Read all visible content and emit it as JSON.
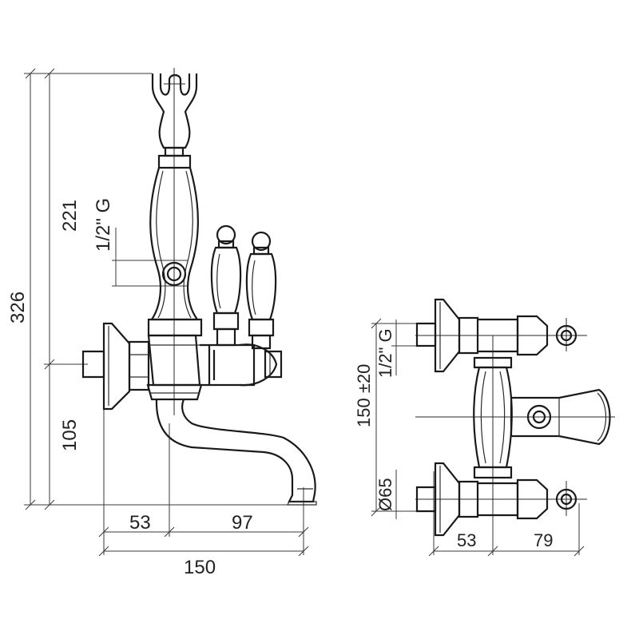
{
  "side_view": {
    "dim_total_height": "326",
    "dim_upper_height": "221",
    "dim_lower_height": "105",
    "dim_thread": "1/2\" G",
    "dim_left_width": "53",
    "dim_right_width": "97",
    "dim_total_width": "150"
  },
  "top_view": {
    "dim_thread": "1/2\" G",
    "dim_center_distance": "150 ±20",
    "dim_diameter": "Ø65",
    "dim_left_width": "53",
    "dim_right_width": "79"
  }
}
